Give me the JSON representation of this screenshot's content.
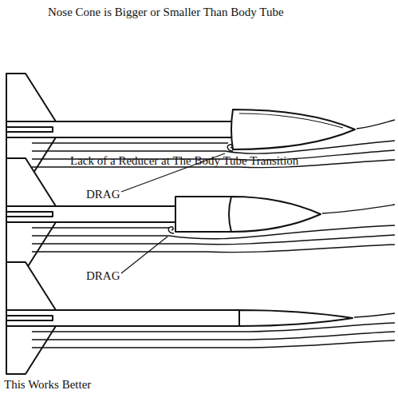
{
  "diagram": {
    "labels": [
      "Nose Cone is Bigger or Smaller Than Body Tube",
      "DRAG",
      "Lack of a Reducer at The Body Tube Transition",
      "DRAG",
      "This Works Better"
    ]
  }
}
